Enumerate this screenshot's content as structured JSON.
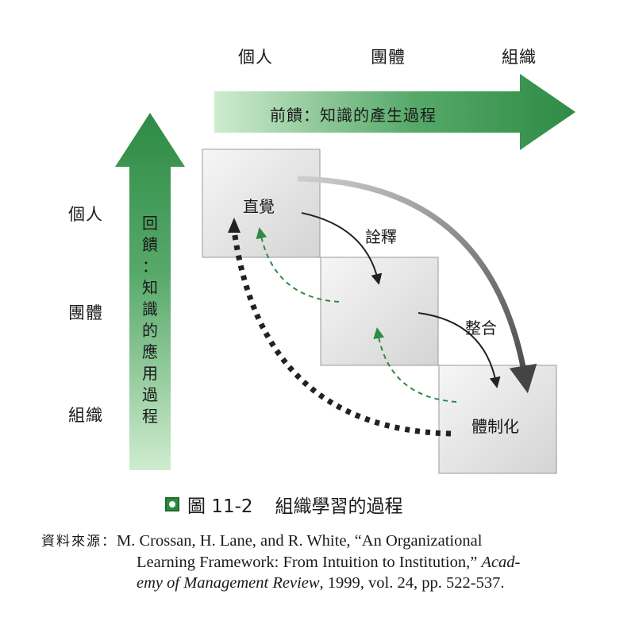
{
  "columns": {
    "individual": "個人",
    "group": "團體",
    "organization": "組織"
  },
  "rows": {
    "individual": "個人",
    "group": "團體",
    "organization": "組織"
  },
  "feedforward_label": "前饋：知識的產生過程",
  "feedback_label": [
    "回",
    "饋",
    "：",
    "知",
    "識",
    "的",
    "應",
    "用",
    "過",
    "程"
  ],
  "boxes": {
    "intuiting": "直覺",
    "institutionalizing": "體制化"
  },
  "processes": {
    "interpreting": "詮釋",
    "integrating": "整合"
  },
  "caption": {
    "figure_number": "圖 11-2",
    "title": "組織學習的過程"
  },
  "source": {
    "label": "資料來源：",
    "line1": "M. Crossan, H. Lane, and R. White, “An Organizational",
    "line2_a": "Learning Framework: From Intuition to Institution,”",
    "line2_b": "Acad-",
    "line3_a": "emy of Management Review",
    "line3_b": ", 1999, vol. 24, pp. 522-537."
  },
  "colors": {
    "arrow_green": "#2e8b45",
    "arrow_fade": "#d8efdc",
    "box_light": "#f2f2f2",
    "box_dark": "#d6d6d6",
    "dashed_green": "#2e8b45",
    "dotted_dark": "#222222"
  }
}
